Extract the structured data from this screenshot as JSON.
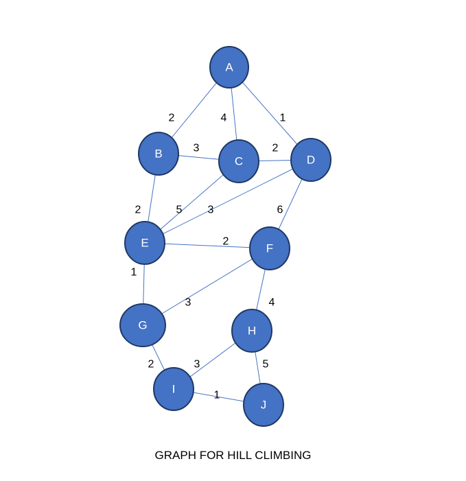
{
  "caption": "GRAPH FOR HILL CLIMBING",
  "colors": {
    "node_fill": "#4472C4",
    "node_stroke": "#1F3864",
    "edge": "#4472C4",
    "node_text": "#ffffff",
    "weight_text": "#000000"
  },
  "nodes": [
    {
      "id": "A",
      "label": "A"
    },
    {
      "id": "B",
      "label": "B"
    },
    {
      "id": "C",
      "label": "C"
    },
    {
      "id": "D",
      "label": "D"
    },
    {
      "id": "E",
      "label": "E"
    },
    {
      "id": "F",
      "label": "F"
    },
    {
      "id": "G",
      "label": "G"
    },
    {
      "id": "H",
      "label": "H"
    },
    {
      "id": "I",
      "label": "I"
    },
    {
      "id": "J",
      "label": "J"
    }
  ],
  "edges": [
    {
      "from": "A",
      "to": "B",
      "weight": "2"
    },
    {
      "from": "A",
      "to": "C",
      "weight": "4"
    },
    {
      "from": "A",
      "to": "D",
      "weight": "1"
    },
    {
      "from": "B",
      "to": "C",
      "weight": "3"
    },
    {
      "from": "C",
      "to": "D",
      "weight": "2"
    },
    {
      "from": "B",
      "to": "E",
      "weight": "2"
    },
    {
      "from": "C",
      "to": "E",
      "weight": "5"
    },
    {
      "from": "D",
      "to": "E",
      "weight": "3"
    },
    {
      "from": "D",
      "to": "F",
      "weight": "6"
    },
    {
      "from": "E",
      "to": "F",
      "weight": "2"
    },
    {
      "from": "E",
      "to": "G",
      "weight": "1"
    },
    {
      "from": "F",
      "to": "G",
      "weight": "3"
    },
    {
      "from": "F",
      "to": "H",
      "weight": "4"
    },
    {
      "from": "G",
      "to": "I",
      "weight": "2"
    },
    {
      "from": "H",
      "to": "I",
      "weight": "3"
    },
    {
      "from": "H",
      "to": "J",
      "weight": "5"
    },
    {
      "from": "I",
      "to": "J",
      "weight": "1"
    }
  ]
}
